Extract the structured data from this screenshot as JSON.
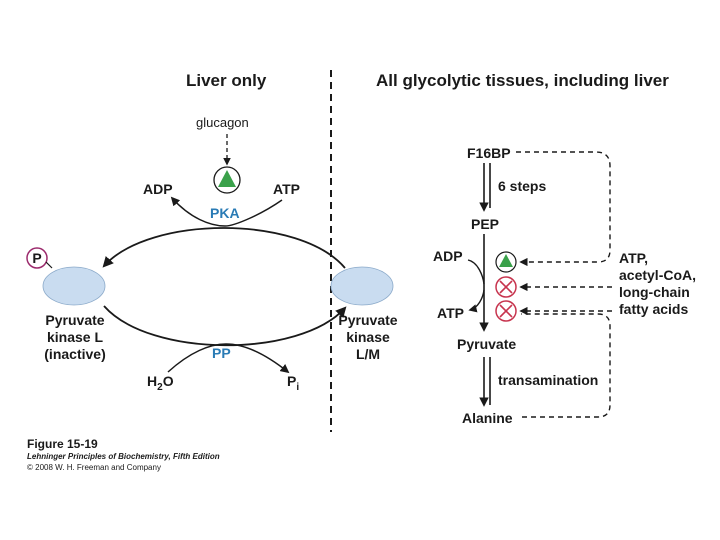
{
  "headers": {
    "left": "Liver only",
    "right": "All glycolytic tissues, including liver"
  },
  "left_cycle": {
    "glucagon": "glucagon",
    "adp": "ADP",
    "atp": "ATP",
    "pka": "PKA",
    "p_marker": "P",
    "inactive_label": [
      "Pyruvate",
      "kinase L",
      "(inactive)"
    ],
    "active_label": [
      "Pyruvate",
      "kinase",
      "L/M"
    ],
    "pp": "PP",
    "h2o_main": "H",
    "h2o_sub": "2",
    "h2o_end": "O",
    "pi_main": "P",
    "pi_sub": "i"
  },
  "pathway": {
    "f16bp": "F16BP",
    "steps": "6 steps",
    "pep": "PEP",
    "adp": "ADP",
    "atp": "ATP",
    "pyruvate": "Pyruvate",
    "transamination": "transamination",
    "alanine": "Alanine"
  },
  "regulators": {
    "lines": [
      "ATP,",
      "acetyl-CoA,",
      "long-chain",
      "fatty acids"
    ]
  },
  "colors": {
    "activator": "#3aa14a",
    "inhibitor": "#c7344e",
    "enzyme_fill": "#c9dcf0",
    "label_blue": "#2a7bb5",
    "p_circle": "#9c2b6d"
  },
  "caption": {
    "figure": "Figure 15-19",
    "book": "Lehninger Principles of Biochemistry, Fifth Edition",
    "copyright": "© 2008 W. H. Freeman and Company"
  }
}
